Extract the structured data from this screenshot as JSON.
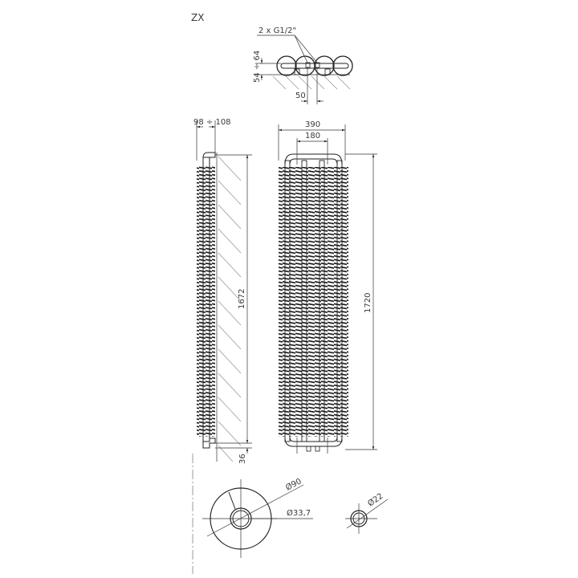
{
  "title": "ZX",
  "top_view": {
    "connection_label": "2 x G1/2\"",
    "depth_label": "54 ÷ 64",
    "spacing_label": "50"
  },
  "side_view": {
    "wall_distance_label": "98 ÷ 108",
    "axis_height_label": "1672",
    "bottom_offset_label": "36"
  },
  "front_view": {
    "width_label": "390",
    "connection_spacing_label": "180",
    "height_label": "1720"
  },
  "rosette_detail": {
    "outer_diameter_label": "Ø90",
    "inner_diameter_label": "Ø33,7"
  },
  "pipe_detail": {
    "diameter_label": "Ø22"
  },
  "colors": {
    "line": "#222222",
    "text": "#3a3a3a",
    "hatch": "#888888",
    "background": "#ffffff"
  }
}
